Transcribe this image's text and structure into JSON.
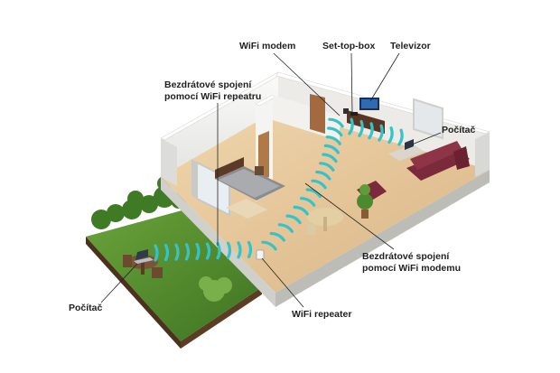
{
  "labels": {
    "repeater_link": "Bezdrátové spojení\npomocí WiFi repeatru",
    "wifi_modem": "WiFi modem",
    "set_top_box": "Set-top-box",
    "televizor": "Televizor",
    "pc_right": "Počítač",
    "pc_left": "Počítač",
    "modem_link": "Bezdrátové spojení\npomocí WiFi modemu",
    "wifi_repeater": "WiFi repeater"
  },
  "colors": {
    "wifi_wave": "#34c3c8",
    "grass": "#4f8a2c",
    "floor": "#e8ccA0",
    "wall": "#f1f1ef",
    "sofa": "#7a2a3a",
    "leader_line": "#222222"
  }
}
